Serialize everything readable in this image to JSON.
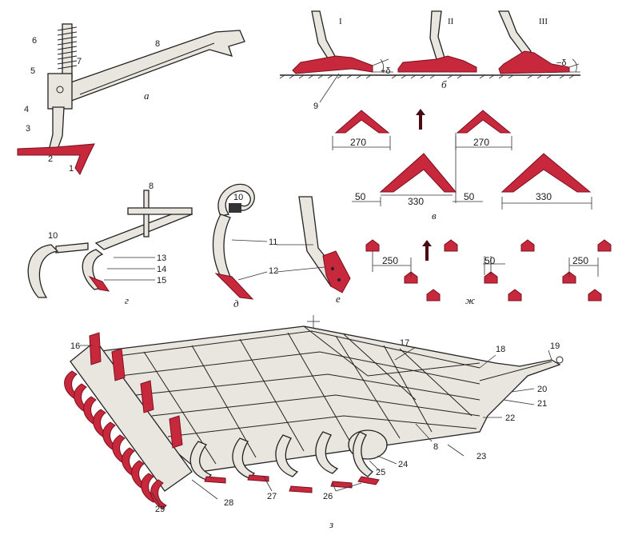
{
  "colors": {
    "accent_red": "#c8283c",
    "ink": "#1a1a1a",
    "steel": "#e9e6df"
  },
  "panels": {
    "a": "а",
    "b": "б",
    "v": "в",
    "g": "г",
    "d": "д",
    "e": "е",
    "zh": "ж",
    "z": "з"
  },
  "roman": {
    "I": "I",
    "II": "II",
    "III": "III"
  },
  "angles": {
    "plus": "+δ",
    "minus": "−δ"
  },
  "dims": {
    "v_top_left": "270",
    "v_top_right": "270",
    "v_bot_left_gap": "50",
    "v_bot_mid": "330",
    "v_bot_right_gap": "50",
    "v_bot_right": "330",
    "zh_left": "250",
    "zh_mid": "50",
    "zh_right": "250"
  },
  "labels": {
    "n1": "1",
    "n2": "2",
    "n3": "3",
    "n4": "4",
    "n5": "5",
    "n6": "6",
    "n7": "7",
    "n8a": "8",
    "n9": "9",
    "n8g": "8",
    "n10g": "10",
    "n13": "13",
    "n14": "14",
    "n15": "15",
    "n10d": "10",
    "n11": "11",
    "n12": "12",
    "n16": "16",
    "n17": "17",
    "n18": "18",
    "n19": "19",
    "n20": "20",
    "n21": "21",
    "n22": "22",
    "n8z": "8",
    "n23": "23",
    "n24": "24",
    "n25": "25",
    "n26": "26",
    "n27": "27",
    "n28": "28",
    "n29": "29"
  }
}
